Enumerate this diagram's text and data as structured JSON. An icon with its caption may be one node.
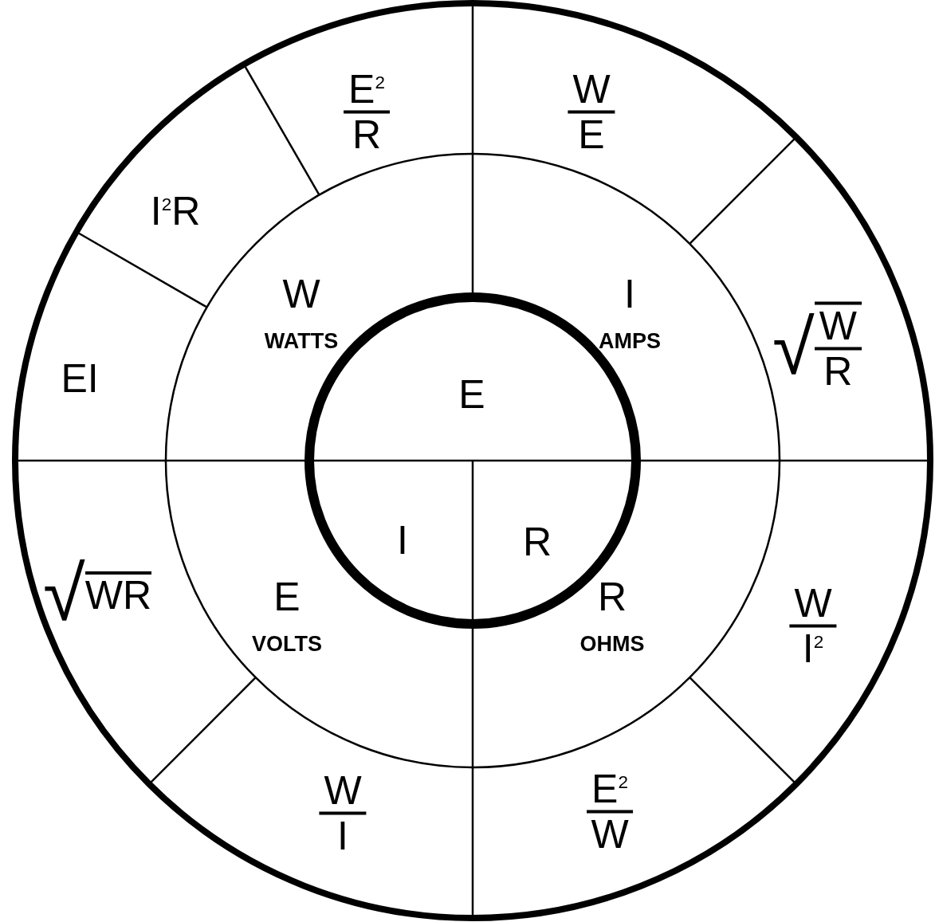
{
  "diagram": {
    "nodes": [
      {
        "text": [
          "E$^{2}$",
          "R"
        ]
      },
      {
        "text": [
          "W",
          "E"
        ]
      },
      {
        "text": [
          "I$^{2}$R"
        ]
      },
      {
        "text": [
          "W",
          "WATTS"
        ]
      },
      {
        "text": [
          "I",
          "AMPS"
        ]
      },
      {
        "text": [
          "√",
          "W",
          "R"
        ]
      },
      {
        "text": [
          "EI"
        ]
      },
      {
        "text": [
          "E"
        ]
      },
      {
        "text": [
          "I"
        ]
      },
      {
        "text": [
          "R"
        ]
      },
      {
        "text": [
          "E",
          "VOLTS"
        ]
      },
      {
        "text": [
          "√",
          "WR"
        ]
      },
      {
        "text": [
          "R",
          "OHMS"
        ]
      },
      {
        "text": [
          "W",
          "I$^{2}$"
        ]
      },
      {
        "text": [
          "W",
          "I"
        ]
      },
      {
        "text": [
          "E$^{2}$",
          "W"
        ]
      }
    ],
    "edges": []
  }
}
